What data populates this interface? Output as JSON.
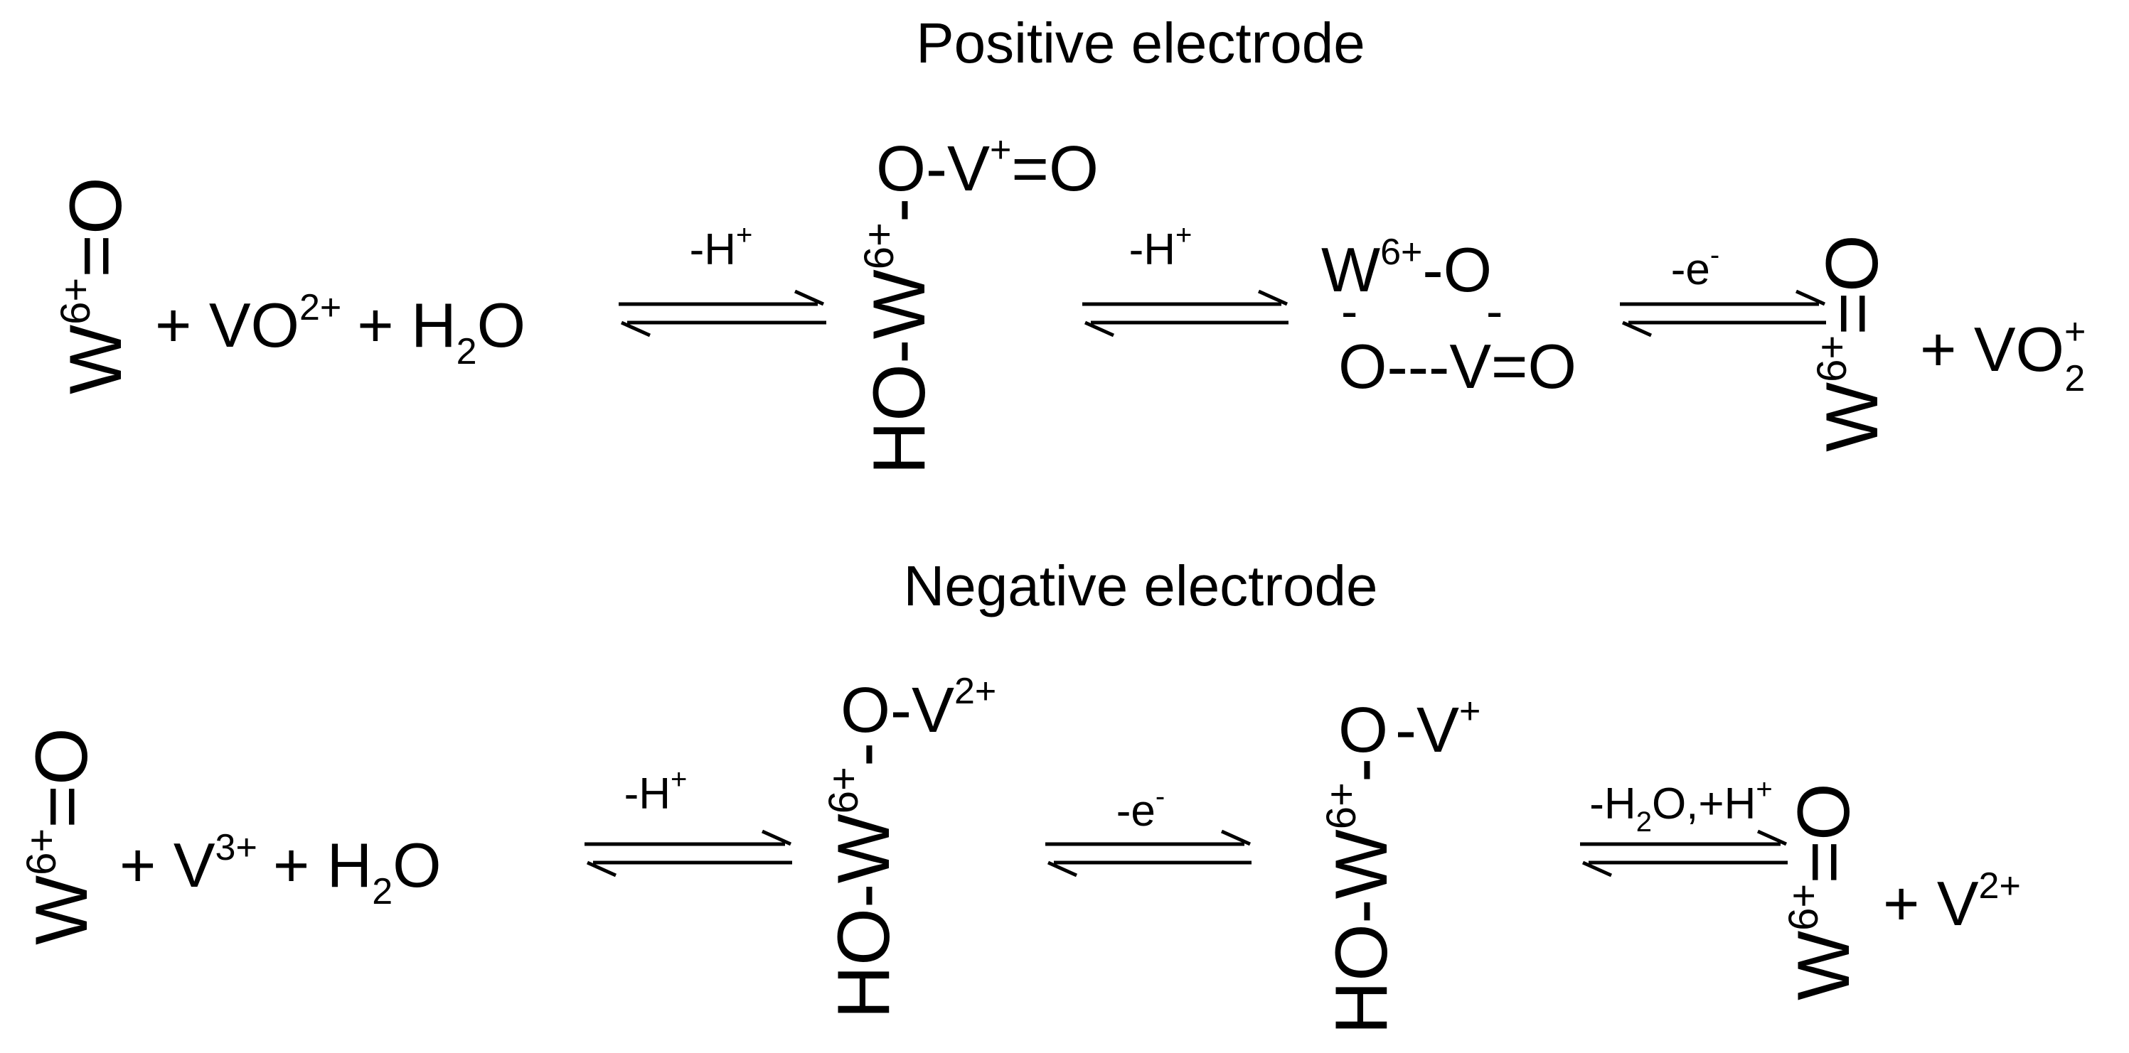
{
  "colors": {
    "ink": "#000000",
    "background": "#ffffff"
  },
  "positive": {
    "title": "Positive electrode",
    "t1": {
      "w": "W",
      "sup": "6+",
      "eq": "=O"
    },
    "plus_vo": "+ VO",
    "vo_charge": "2+",
    "plus_h": "+ H",
    "sub2": "2",
    "o": "O",
    "arrow1": {
      "label": "-H",
      "sup": "+"
    },
    "int1": {
      "ho": "HO-W",
      "sup": "6+",
      "dash": "-",
      "o": "O",
      "v": "-V",
      "v_sup": "+",
      "v_eq": "=O"
    },
    "arrow2": {
      "label": "-H",
      "sup": "+"
    },
    "ring": {
      "w": "W",
      "w_sup": "6+",
      "w_o": "-O",
      "bond": "-",
      "o_v": "O---V=O"
    },
    "arrow3": {
      "label": "-e",
      "sup": "-"
    },
    "t4": {
      "w": "W",
      "sup": "6+",
      "eq": "=O"
    },
    "plus_vo2": "+ VO",
    "vo2_sub": "2",
    "vo2_sup": "+"
  },
  "negative": {
    "title": "Negative electrode",
    "t1": {
      "w": "W",
      "sup": "6+",
      "eq": "=O"
    },
    "plus_v": "+ V",
    "v_charge": "3+",
    "plus_h": "+ H",
    "sub2": "2",
    "o": "O",
    "arrow1": {
      "label": "-H",
      "sup": "+"
    },
    "int1": {
      "ho": "HO-W",
      "sup": "6+",
      "dash": "-",
      "o": "O",
      "v": "-V",
      "v_sup": "2+"
    },
    "arrow2": {
      "label": "-e",
      "sup": "-"
    },
    "int2": {
      "ho": "HO-W",
      "sup": "6+",
      "dash": "-",
      "o": "O",
      "v": "-V",
      "v_sup": "+"
    },
    "arrow3": {
      "label_a": "-H",
      "sub2": "2",
      "label_b": "O,+H",
      "sup": "+"
    },
    "t4": {
      "w": "W",
      "sup": "6+",
      "eq": "=O"
    },
    "plus_v2": "+ V",
    "v2_sup": "2+"
  }
}
